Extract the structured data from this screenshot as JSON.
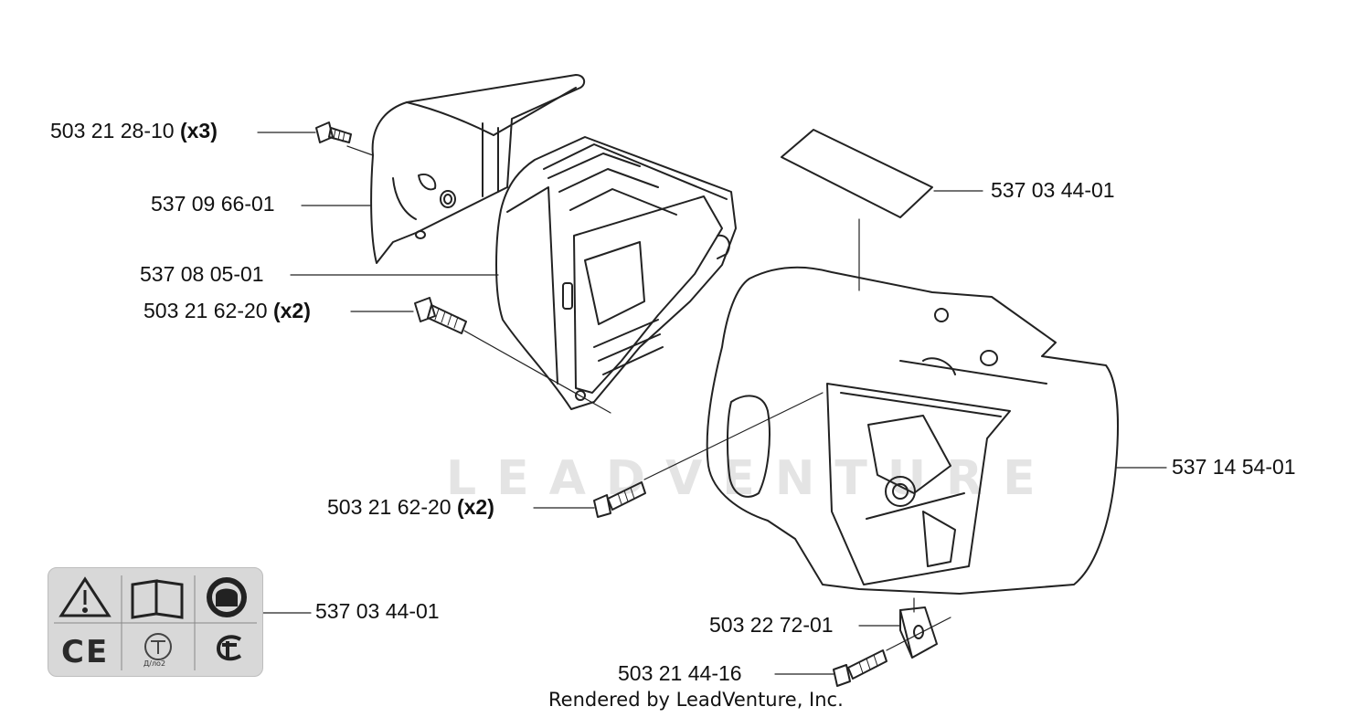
{
  "parts": {
    "screw_x3": {
      "number": "503 21 28-10",
      "qty": "(x3)"
    },
    "cover_top": {
      "number": "537 09 66-01"
    },
    "cylinder_cover": {
      "number": "537 08 05-01"
    },
    "screw_x2_upper": {
      "number": "503 21 62-20",
      "qty": "(x2)"
    },
    "decal_rect": {
      "number": "537 03 44-01"
    },
    "housing": {
      "number": "537 14 54-01"
    },
    "screw_x2_lower": {
      "number": "503 21 62-20",
      "qty": "(x2)"
    },
    "warning_decal": {
      "number": "537 03 44-01"
    },
    "clip": {
      "number": "503 22 72-01"
    },
    "screw_bottom": {
      "number": "503 21 44-16"
    }
  },
  "watermark": "LEADVENTURE",
  "footer": "Rendered by LeadVenture, Inc.",
  "decal_text": {
    "ce": "CE",
    "small": "Д/ло2"
  },
  "icons": [
    "warning-triangle-icon",
    "manual-book-icon",
    "ear-protection-icon",
    "ce-mark-icon",
    "gost-mark-icon",
    "certification-mark-icon"
  ]
}
